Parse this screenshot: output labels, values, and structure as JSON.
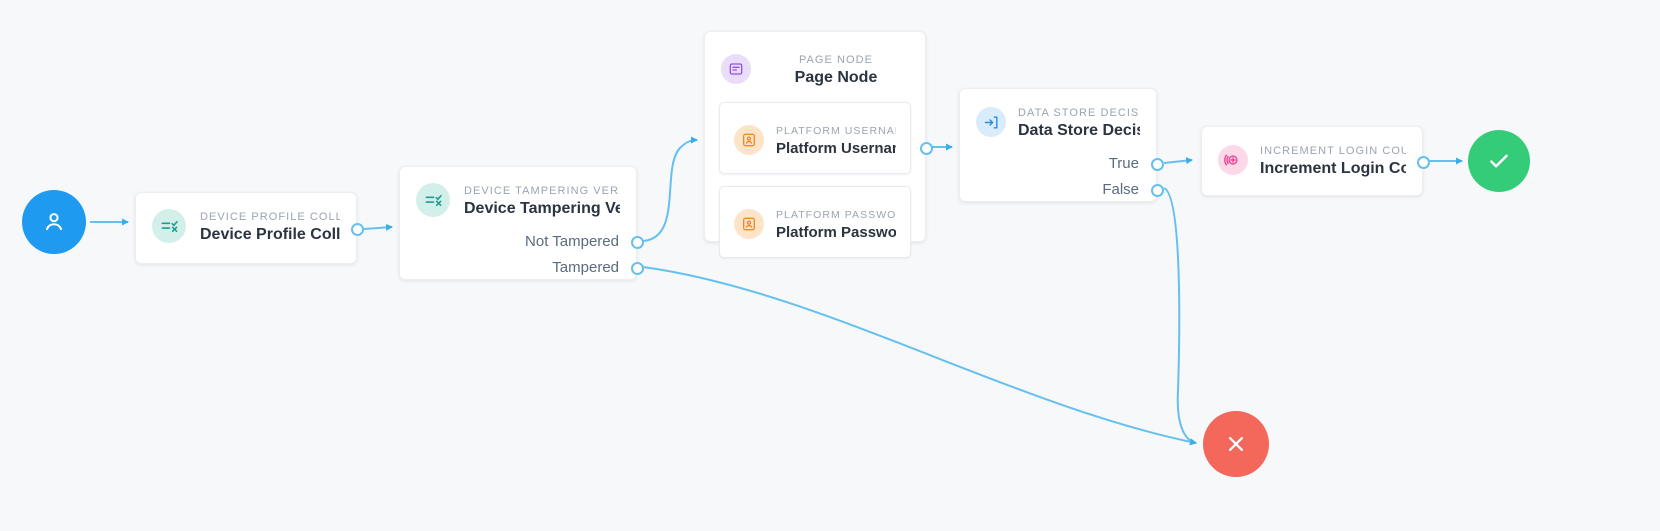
{
  "canvas": {
    "background": "#f7f8fa",
    "edge_color": "#66c0ef"
  },
  "start_node": {
    "name": "Start",
    "icon": "user-icon",
    "color": "#1e9bf0"
  },
  "nodes": [
    {
      "id": "device-profile-collector",
      "kicker": "DEVICE PROFILE COLLECTOR",
      "title": "Device Profile Collector",
      "icon": "device-collector-icon",
      "icon_bg": "#d3efe9",
      "icon_color": "#1b9e8f",
      "outputs": []
    },
    {
      "id": "device-tampering-verification",
      "kicker": "DEVICE TAMPERING VERIFICA...",
      "title": "Device Tampering Verifi...",
      "icon": "device-collector-icon",
      "icon_bg": "#d3efe9",
      "icon_color": "#1b9e8f",
      "outputs": [
        "Not Tampered",
        "Tampered"
      ]
    },
    {
      "id": "page-node",
      "kicker": "PAGE NODE",
      "title": "Page Node",
      "icon": "page-icon",
      "icon_bg": "#e9ddfb",
      "icon_color": "#9254de",
      "outputs": [],
      "children": [
        {
          "id": "platform-username",
          "kicker": "PLATFORM USERNAME",
          "title": "Platform Username",
          "icon": "id-card-icon",
          "icon_bg": "#fde4c8",
          "icon_color": "#f08a24"
        },
        {
          "id": "platform-password",
          "kicker": "PLATFORM PASSWORD",
          "title": "Platform Password",
          "icon": "id-card-icon",
          "icon_bg": "#fde4c8",
          "icon_color": "#f08a24"
        }
      ]
    },
    {
      "id": "data-store-decision",
      "kicker": "DATA STORE DECISION",
      "title": "Data Store Decision",
      "icon": "login-arrow-icon",
      "icon_bg": "#d9ecfb",
      "icon_color": "#2b8fd6",
      "outputs": [
        "True",
        "False"
      ]
    },
    {
      "id": "increment-login-count",
      "kicker": "INCREMENT LOGIN COUNT",
      "title": "Increment Login Count",
      "icon": "increment-icon",
      "icon_bg": "#fcd9e8",
      "icon_color": "#ec4899",
      "outputs": []
    }
  ],
  "terminals": [
    {
      "id": "success-node",
      "icon": "check-icon",
      "color": "#34cc78"
    },
    {
      "id": "failure-node",
      "icon": "close-icon",
      "color": "#f4685b"
    }
  ]
}
